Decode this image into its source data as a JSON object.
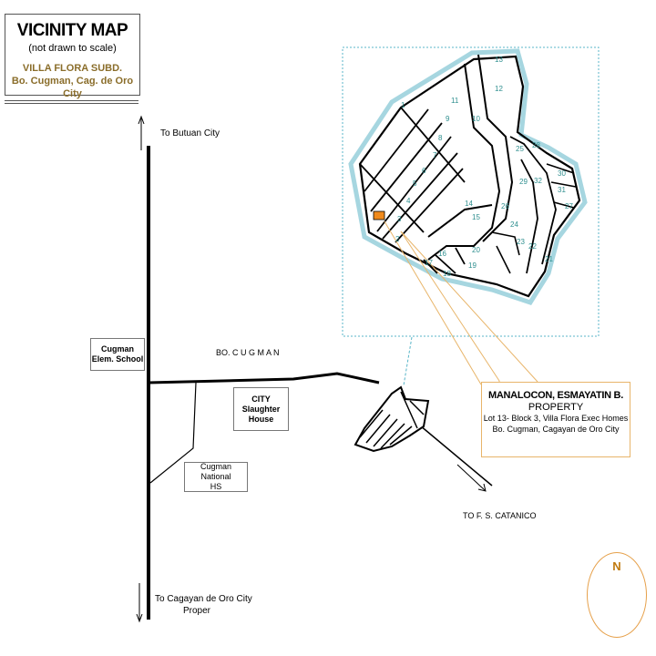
{
  "header": {
    "title": "VICINITY MAP",
    "subtitle": "(not drawn to scale)",
    "subdivision": "VILLA FLORA SUBD.",
    "location": "Bo. Cugman, Cag. de Oro City"
  },
  "roads": {
    "north_label": "To Butuan  City",
    "south_label_1": "To  Cagayan de Oro City",
    "south_label_2": "Proper",
    "barangay_label": "BO. C U G M A N",
    "east_label": "TO F. S. CATANICO"
  },
  "landmarks": {
    "school": [
      "Cugman",
      "Elem. School"
    ],
    "slaughter": [
      "CITY",
      "Slaughter",
      "House"
    ],
    "high_school": [
      "Cugman National",
      "HS"
    ]
  },
  "property": {
    "owner": "MANALOCON, ESMAYATIN B.",
    "label": "PROPERTY",
    "line1": "Lot 13- Block 3,  Villa Flora Exec Homes",
    "line2": "Bo. Cugman, Cagayan de Oro City"
  },
  "subdivision_lots": [
    "1",
    "2",
    "3",
    "4",
    "5",
    "6",
    "7",
    "8",
    "9",
    "10",
    "11",
    "12",
    "13",
    "14",
    "15",
    "16",
    "17",
    "18",
    "19",
    "20",
    "21",
    "22",
    "23",
    "24",
    "25",
    "26",
    "27",
    "28",
    "29",
    "30",
    "31",
    "32"
  ],
  "compass": {
    "label": "N"
  },
  "colors": {
    "lot_number": "#2f8f8f",
    "inset_border": "#58b5c8",
    "property_marker": "#f08a1c",
    "callout_line": "#e8b56a",
    "compass_arrow": "#3a7a1a",
    "subdivision_text": "#8a6d2a"
  }
}
